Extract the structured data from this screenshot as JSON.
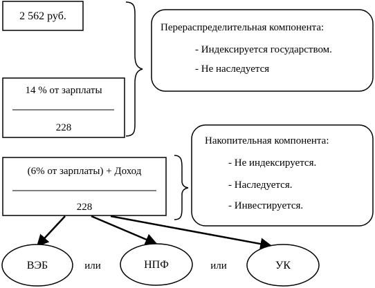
{
  "boxes": {
    "amount": {
      "text": "2 562 руб."
    },
    "fourteen": {
      "top": "14 % от зарплаты",
      "line": "———————————",
      "bottom": "228"
    },
    "six": {
      "top": "(6% от зарплаты) + Доход",
      "line": "——————————————",
      "bottom": "228"
    }
  },
  "redistributive": {
    "title": "Перераспределительная компонента:",
    "items": [
      "- Индексируется государством.",
      "- Не наследуется"
    ]
  },
  "funded": {
    "title": "Накопительная компонента:",
    "items": [
      "- Не индексируется.",
      "- Наследуется.",
      "- Инвестируется."
    ]
  },
  "targets": [
    "ВЭБ",
    "НПФ",
    "УК"
  ],
  "connectors": [
    "или",
    "или"
  ]
}
